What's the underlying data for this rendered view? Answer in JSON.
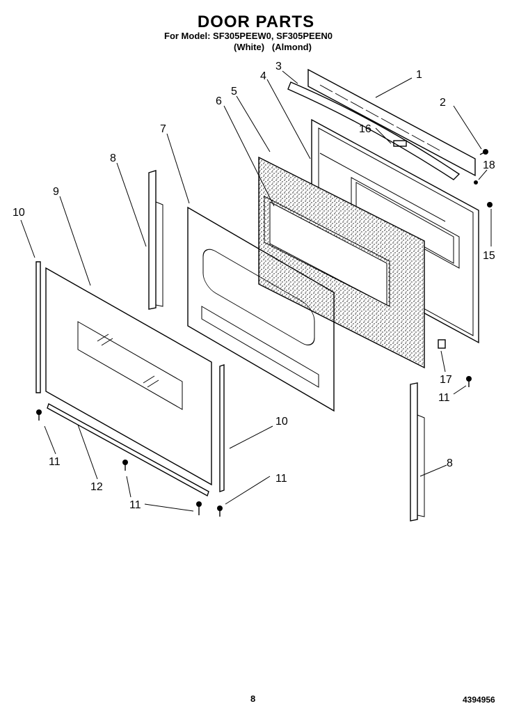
{
  "header": {
    "title": "DOOR PARTS",
    "subtitle": "For Model: SF305PEEW0, SF305PEEN0",
    "variants": "(White)   (Almond)"
  },
  "footer": {
    "page_number": "8",
    "document_number": "4394956"
  },
  "callouts": {
    "c1": "1",
    "c2": "2",
    "c3": "3",
    "c4": "4",
    "c5": "5",
    "c6": "6",
    "c7": "7",
    "c8a": "8",
    "c8b": "8",
    "c9": "9",
    "c10a": "10",
    "c10b": "10",
    "c11a": "11",
    "c11b": "11",
    "c11c": "11",
    "c11d": "11",
    "c12": "12",
    "c15": "15",
    "c16": "16",
    "c17": "17",
    "c18": "18"
  }
}
